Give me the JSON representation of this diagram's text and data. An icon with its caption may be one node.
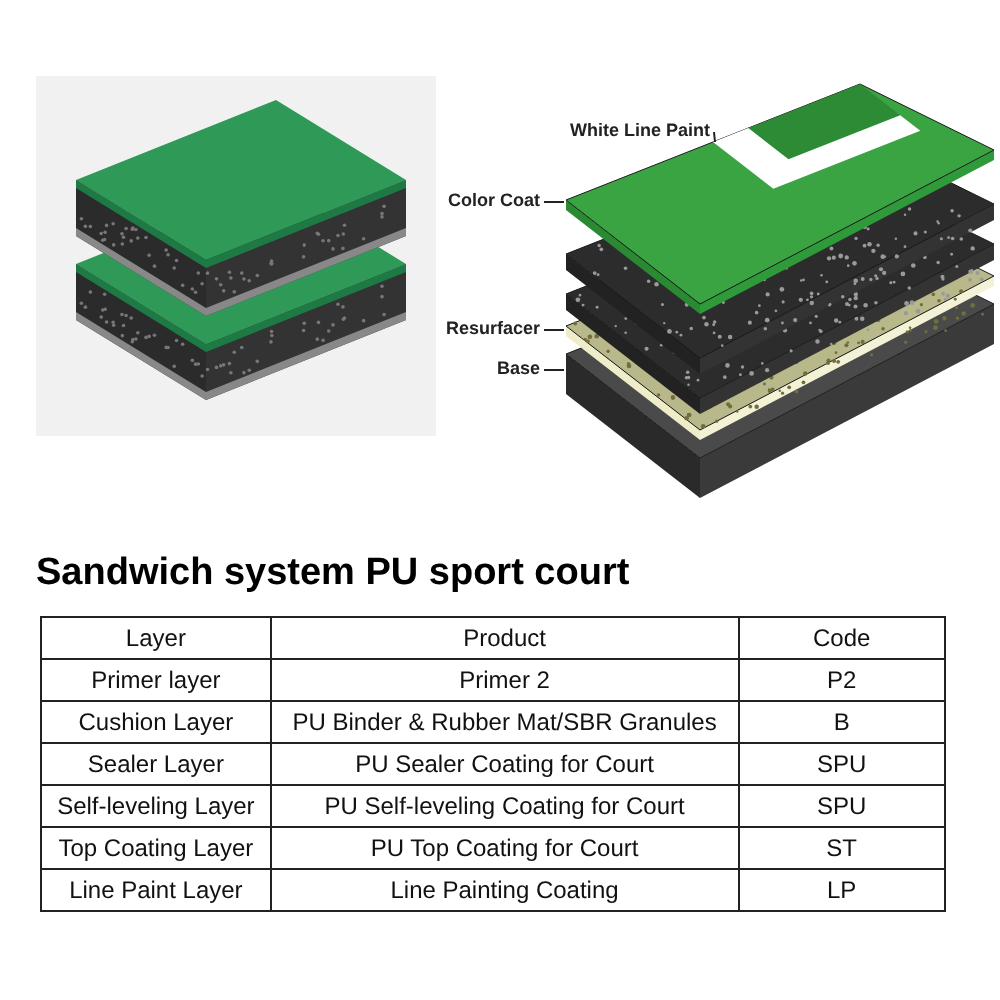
{
  "diagram": {
    "title": "Sandwich system PU sport court",
    "nodes": [
      {
        "text": [
          "White Line Paint"
        ]
      },
      {
        "text": [
          "Color Coat"
        ]
      },
      {
        "text": [
          "Resurfacer"
        ]
      },
      {
        "text": [
          "Base"
        ]
      }
    ],
    "edges": [
      {
        "from": 0,
        "to": null,
        "arrow": "none"
      },
      {
        "from": 1,
        "to": null,
        "arrow": "none"
      },
      {
        "from": 2,
        "to": null,
        "arrow": "none"
      },
      {
        "from": 3,
        "to": null,
        "arrow": "none"
      }
    ],
    "labels": [
      "Layer",
      "Product",
      "Code",
      "Primer layer",
      "Primer 2",
      "P2",
      "Cushion Layer",
      "PU Binder & Rubber Mat/SBR Granules",
      "B",
      "Sealer Layer",
      "PU Sealer Coating for Court",
      "SPU",
      "Self-leveling Layer",
      "PU Self-leveling Coating for Court",
      "SPU",
      "Top Coating Layer",
      "PU Top Coating for Court",
      "ST",
      "Line Paint Layer",
      "Line Painting Coating",
      "LP"
    ]
  }
}
